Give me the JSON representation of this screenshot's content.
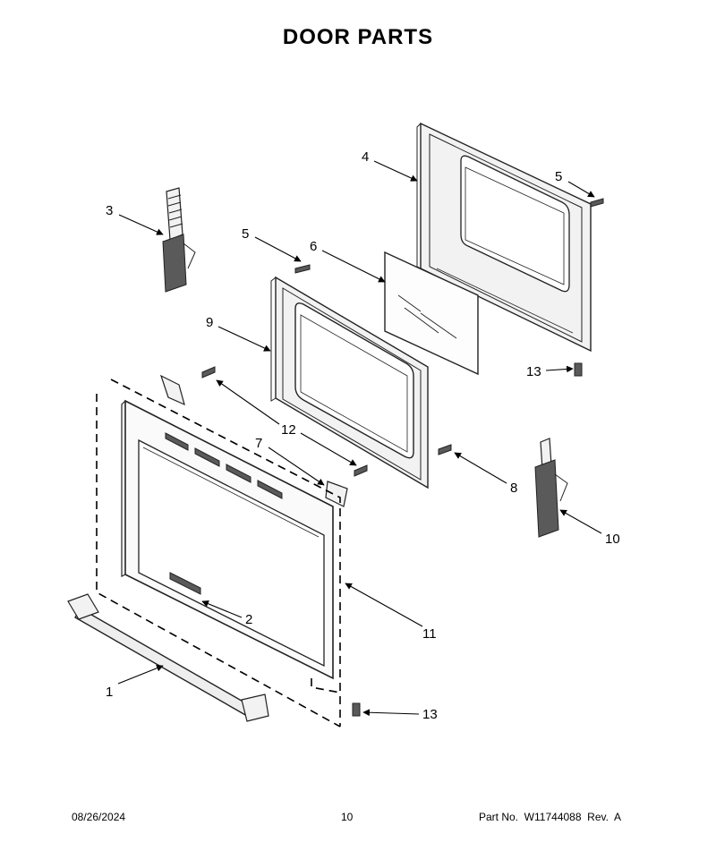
{
  "title": "DOOR PARTS",
  "callouts": [
    "1",
    "2",
    "3",
    "4",
    "5",
    "5",
    "6",
    "7",
    "8",
    "9",
    "10",
    "11",
    "12",
    "13",
    "13"
  ],
  "footer": {
    "date": "08/26/2024",
    "page": "10",
    "part_number": "Part No.  W11744088  Rev.  A"
  }
}
